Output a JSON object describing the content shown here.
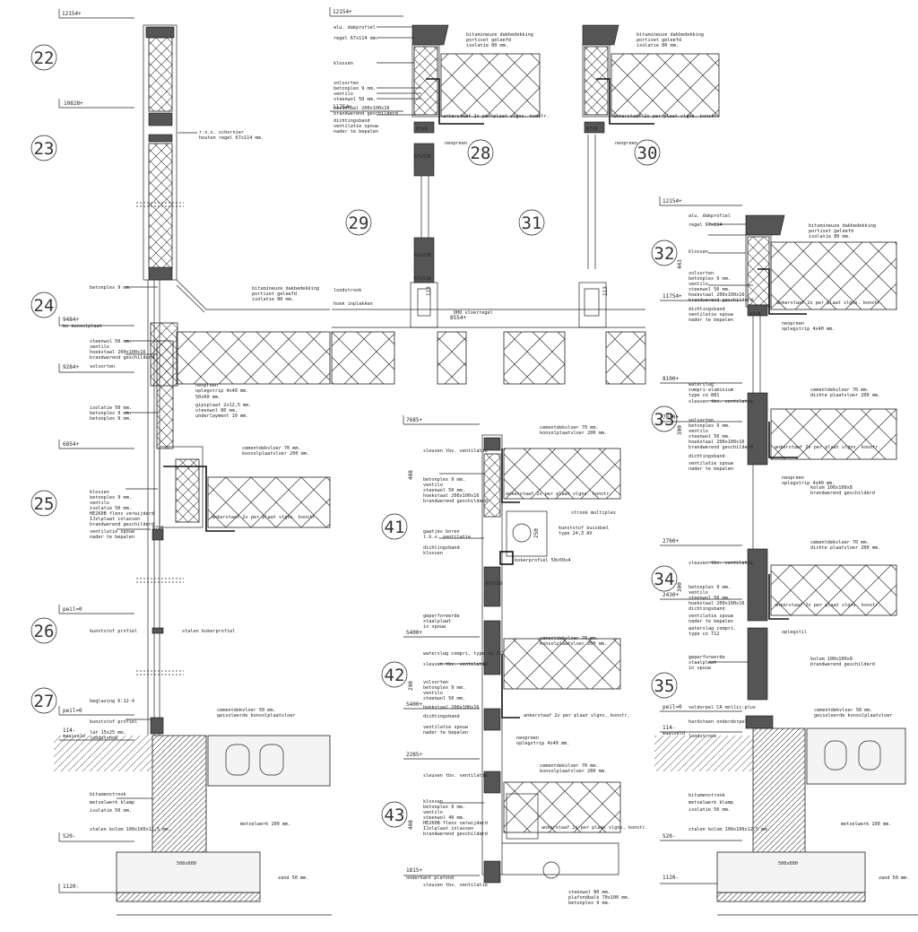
{
  "detail_numbers": [
    "22",
    "23",
    "24",
    "25",
    "26",
    "27",
    "28",
    "29",
    "30",
    "31",
    "32",
    "33",
    "34",
    "35",
    "41",
    "42",
    "43"
  ],
  "levels": {
    "top_a": "12154+",
    "top_b": "12154+",
    "top_c": "12154+",
    "l10828": "10828+",
    "l11754_a": "11754+",
    "l11754_b": "11754+",
    "l9484": "9484+",
    "l9484_note": "be konsolplaat",
    "l9284": "9284+",
    "l8100": "8100+",
    "l7830": "7830+",
    "l7685": "7685+",
    "l6854": "6854+",
    "l5400a": "5400+",
    "l5400b": "5400+",
    "l2700": "2700+",
    "l2430": "2430+",
    "l2285": "2285+",
    "l1815": "1815+",
    "l1815_note": "onderkant plafond",
    "peil_a": "peil=0",
    "peil_b": "peil=0",
    "peil_c": "peil=0",
    "l114_a": "114-",
    "l114_a_note": "maaiveld",
    "l114_b": "114-",
    "l114_b_note": "maaiveld",
    "l520_a": "520-",
    "l520_b": "520-",
    "l1120_a": "1120-",
    "l1120_b": "1120-",
    "l8554": "8554+",
    "dim_113a": "113",
    "dim_113b": "113",
    "dim_443": "443",
    "dim_300a": "300",
    "dim_300b": "300",
    "dim_408a": "408",
    "dim_408b": "408",
    "dim_290": "290",
    "dim_250": "250"
  },
  "labels": {
    "alu_dakprofiel": "alu. dakprofiel",
    "regel_67x114": "regel 67x114 mm.",
    "regel_67x114_b": "regel 67x114",
    "bitumineuze": "bitumineuze dakbedekking",
    "portiset": "portiset geleefd",
    "isolatie_80": "isolatie 80 mm.",
    "klossen": "klossen",
    "volsorten": "volsorten",
    "betonplex_9": "betonplex 9 mm.",
    "ventilo": "ventilo",
    "steenwol_50": "steenwol 50 mm.",
    "hoekstaal": "hoekstaal 200x100x16",
    "brandwerend": "brandwerend geschilderd",
    "dichtingsband": "dichtingsband",
    "ventilatie_spouw": "ventilatie spouw",
    "nader_bepalen": "nader te bepalen",
    "ankerstaaf": "ankerstaaf 2x per plaat vlgns. konstr.",
    "neopreen": "neopreen",
    "ras_schornier": "r.v.s. schornier",
    "houten_regel": "houten regel 67x114 mm.",
    "loodstrook": "loodstrook",
    "hoek_inplakken": "hoek inplakken",
    "dho_vloerregel": "DHO vloerregel",
    "opleggrip": "oplegstrip 4x40 mm.",
    "cementdekvloer_70": "cementdekvloer 70 mm.",
    "konsolplaatvloer_200": "konsolplaatvloer 200 mm.",
    "dichte_plaatvloer": "dichte plaatvloer 200 mm.",
    "gipsplaat": "gipsplaat 2x12,5 mm.",
    "steenwol_80": "steenwol 80 mm.",
    "underlayment": "underlayment 10 mm.",
    "size_50x60": "50x60 mm.",
    "isolatie_50": "isolatie 50 mm.",
    "betonplex_9b": "betonplex 9 mm.",
    "he260b": "HE260B flens verwijderd",
    "ijzlplaat": "IJzlplaat inlassen",
    "kunststof_profiel": "kunststof profiel",
    "stalen_kokerprofiel": "stalen kokerprofiel",
    "beglazing": "beglazing 6-12-4",
    "kunststof_profiel_b": "kunststof profiel",
    "cementdekvloer_50": "cementdekvloer 50 mm.",
    "geisoleerde": "geisoleerde konsolplaatvloer",
    "lat_15x25": "lat 15x25 mm.",
    "bitumenstrook": "bitumenstrook",
    "metselwerk_klamp": "metselwerk klamp",
    "isolatie_50b": "isolatie 50 mm.",
    "stalen_kolom": "stalen kolom 100x100x12,5 mm.",
    "metselwerk_100": "metselwerk 100 mm.",
    "zand_50": "zand 50 mm.",
    "footing": "500x600",
    "waterslag": "waterslag",
    "compri_aluminium": "compri-aluminium",
    "type_co_881": "type co 881",
    "sleuven": "sleuven tbv. ventilatie",
    "kolom_100x100": "kolom 100x100x8",
    "brandwerend_b": "brandwerend geschilderd",
    "type_co_712": "type co 712",
    "waterslag_compri": "waterslag compri.",
    "gepefforeerde": "geperforeerde",
    "stalplaat": "staalplaat",
    "in_spouw": "in spouw",
    "voldorpel": "voldorpel CA mollic-plus",
    "hardsteen": "hardsteen onderdorpel",
    "opleglil": "oplegstil",
    "strook_multiplex": "strook multiplex",
    "gaatjes": "gaatjes boren",
    "tbv_ventilatie": "t.b.v. ventilatie",
    "kokerprofiel": "kokerprofiel 50x50x4",
    "kunstuw": "kunststof buisdoel",
    "type_24": "type 24,3 AV",
    "plafond_80": "steenwol 80 mm.",
    "plafondbalk": "plafondbalk 70x100 mm.",
    "betonplex_9c": "betonplex 9 mm.",
    "sizes_67x8": "67x8",
    "sizes_67x139": "67x139",
    "sizes_67x114": "67x114",
    "sizes_62x139": "62x139",
    "waterslag_co712": "waterslag compri. type co 712",
    "steenwol_40": "steenwol 40 mm."
  }
}
